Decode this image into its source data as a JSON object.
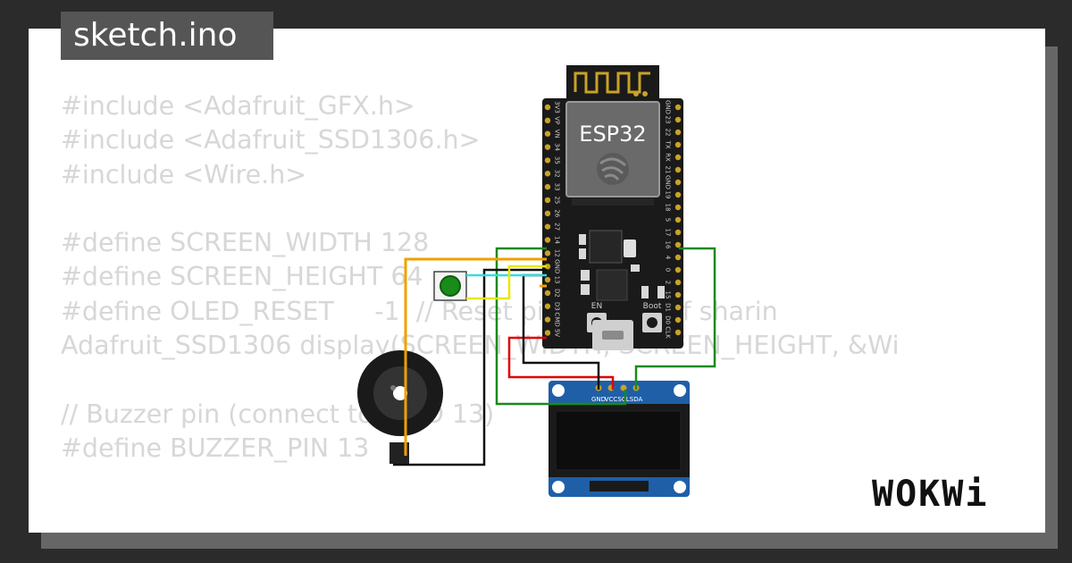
{
  "title": "sketch.ino",
  "code_lines": [
    "#include <Adafruit_GFX.h>",
    "#include <Adafruit_SSD1306.h>",
    "#include <Wire.h>",
    "",
    "#define SCREEN_WIDTH 128",
    "#define SCREEN_HEIGHT 64",
    "#define OLED_RESET     -1  // Reset pin # (or -1 if sharin",
    "Adafruit_SSD1306 display(SCREEN_WIDTH, SCREEN_HEIGHT, &Wi",
    "",
    "// Buzzer pin (connect to GPIO 13)",
    "#define BUZZER_PIN 13"
  ],
  "esp32": {
    "label": "ESP32",
    "left_pins": [
      "3V3",
      "VP",
      "VN",
      "34",
      "35",
      "32",
      "33",
      "25",
      "26",
      "27",
      "14",
      "12",
      "GND",
      "13",
      "D2",
      "D3",
      "CMD",
      "5V"
    ],
    "right_pins": [
      "GND",
      "23",
      "22",
      "TX",
      "RX",
      "21",
      "GND",
      "19",
      "18",
      "5",
      "17",
      "16",
      "4",
      "0",
      "2",
      "15",
      "D1",
      "D0",
      "CLK"
    ],
    "en_label": "EN",
    "boot_label": "Boot"
  },
  "oled": {
    "pins": [
      "GND",
      "VCC",
      "SCL",
      "SDA"
    ]
  },
  "logo": "WOKWi",
  "colors": {
    "wire_green": "#1a8a1a",
    "wire_orange": "#f0a000",
    "wire_cyan": "#33dddd",
    "wire_yellow": "#e8e800",
    "wire_red": "#e00000",
    "wire_black": "#111111",
    "board": "#1a1a1a",
    "oled_board": "#1f5fa8"
  }
}
